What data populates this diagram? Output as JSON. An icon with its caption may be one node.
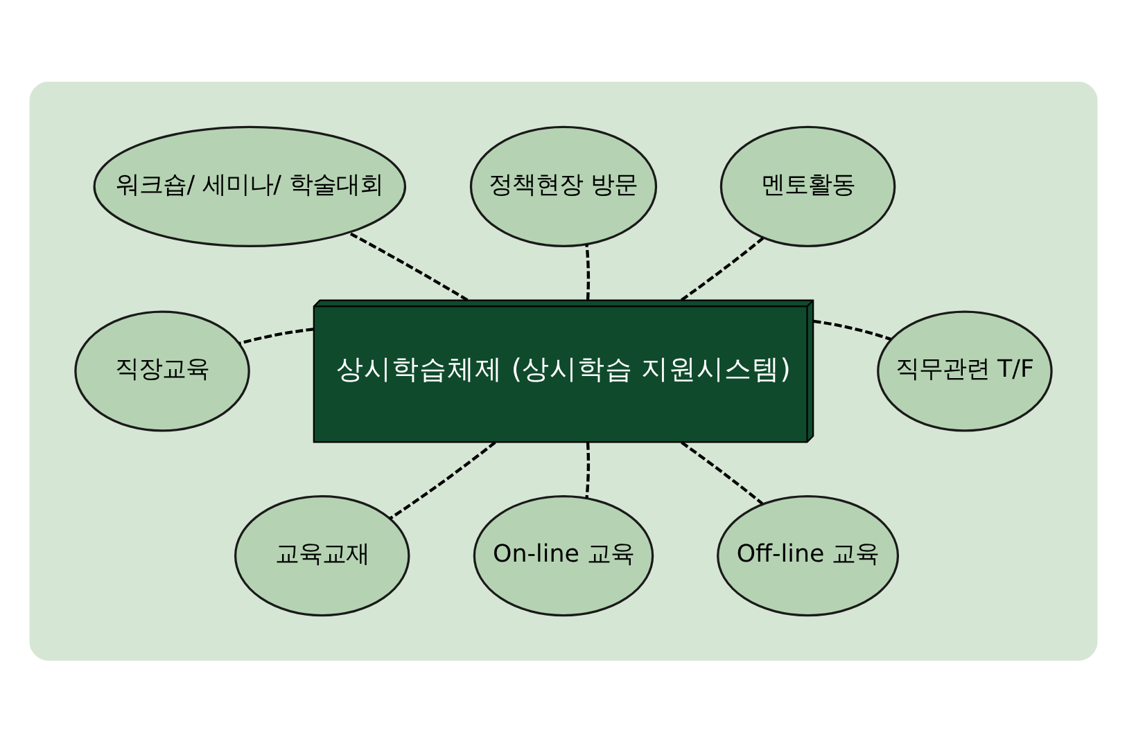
{
  "diagram": {
    "nodes": [
      {
        "text": [],
        "shape": "ellipse"
      },
      {
        "text": [
          "상시학습체제 (상시학습 지원시스템)"
        ],
        "in": 0
      },
      {
        "text": [
          "워크숍/ 세미나/ 학술대회"
        ],
        "in": 0
      },
      {
        "text": [
          "정책현장 방문"
        ],
        "in": 0
      },
      {
        "text": [
          "멘토활동"
        ],
        "in": 0
      },
      {
        "text": [
          "직장교육"
        ],
        "in": 0
      },
      {
        "text": [
          "직무관련 T/F"
        ],
        "in": 0
      },
      {
        "text": [
          "교육교재"
        ],
        "in": 0
      },
      {
        "text": [
          "On-line 교육"
        ],
        "in": 0
      },
      {
        "text": [
          "Off-line 교육"
        ],
        "in": 0
      }
    ],
    "edges": [
      {
        "from": 1,
        "to": 2,
        "arrow": "none",
        "style": "dashed"
      },
      {
        "from": 1,
        "to": 3,
        "arrow": "none",
        "style": "dashed"
      },
      {
        "from": 1,
        "to": 4,
        "arrow": "none",
        "style": "dashed"
      },
      {
        "from": 1,
        "to": 5,
        "arrow": "none",
        "style": "dashed"
      },
      {
        "from": 1,
        "to": 6,
        "arrow": "none",
        "style": "dashed"
      },
      {
        "from": 1,
        "to": 7,
        "arrow": "none",
        "style": "dashed"
      },
      {
        "from": 1,
        "to": 8,
        "arrow": "none",
        "style": "dashed"
      },
      {
        "from": 1,
        "to": 9,
        "arrow": "none",
        "style": "dashed"
      }
    ]
  }
}
